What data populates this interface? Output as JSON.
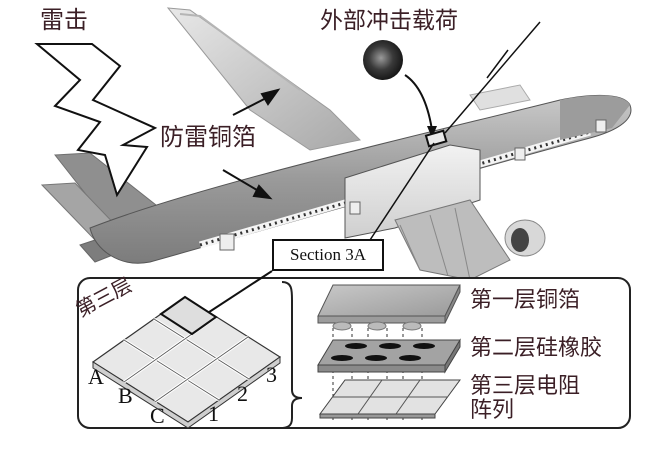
{
  "labels": {
    "lightning_strike": "雷击",
    "lightning_copper_foil": "防雷铜箔",
    "external_impact_load": "外部冲击载荷",
    "section": "Section 3A",
    "third_layer_short": "第三层",
    "layer1": "第一层铜箔",
    "layer2": "第二层硅橡胶",
    "layer3_line1": "第三层电阻",
    "layer3_line2": "阵列"
  },
  "grid_labels": {
    "rows": [
      "A",
      "B",
      "C"
    ],
    "cols": [
      "1",
      "2",
      "3"
    ]
  },
  "colors": {
    "fuselage_dark": "#8a8a8a",
    "fuselage_light": "#d9d9d9",
    "label_text": "#3b1f26",
    "line": "#111111"
  }
}
